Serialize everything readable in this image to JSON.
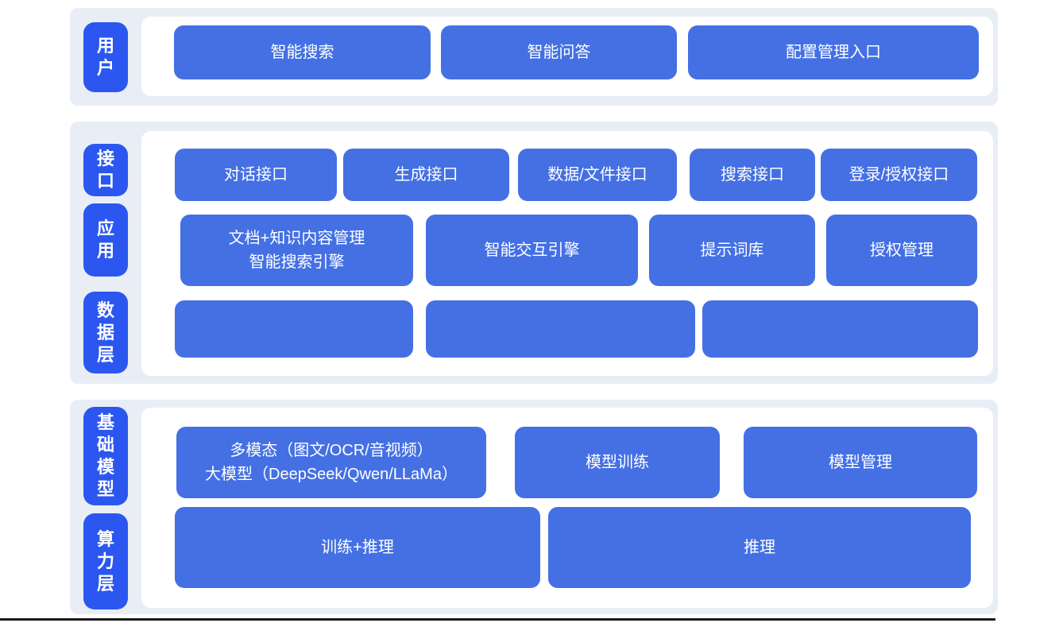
{
  "colors": {
    "page_bg": "#ffffff",
    "band_bg": "#e9eef6",
    "panel_bg": "#ffffff",
    "layer_label_bg": "#2b57f0",
    "block_bg": "#4470e4",
    "text_on_blue": "#ffffff",
    "bottom_line": "#1a1a1a"
  },
  "layers": {
    "user": {
      "label": "用户"
    },
    "interface": {
      "label": "接口"
    },
    "application": {
      "label": "应用"
    },
    "data": {
      "label": "数据层"
    },
    "foundation_model": {
      "label": "基础模型"
    },
    "compute": {
      "label": "算力层"
    }
  },
  "blocks": {
    "smart_search": "智能搜索",
    "smart_qa": "智能问答",
    "config_entry": "配置管理入口",
    "dialog_api": "对话接口",
    "generation_api": "生成接口",
    "data_file_api": "数据/文件接口",
    "search_api": "搜索接口",
    "login_auth_api": "登录/授权接口",
    "doc_knowledge_search": "文档+知识内容管理\n智能搜索引擎",
    "interactive_engine": "智能交互引擎",
    "prompt_library": "提示词库",
    "auth_management": "授权管理",
    "multimodal_llm": "多模态（图文/OCR/音视频）\n大模型（DeepSeek/Qwen/LLaMa）",
    "model_training": "模型训练",
    "model_management": "模型管理",
    "training_inference": "训练+推理",
    "inference": "推理"
  }
}
